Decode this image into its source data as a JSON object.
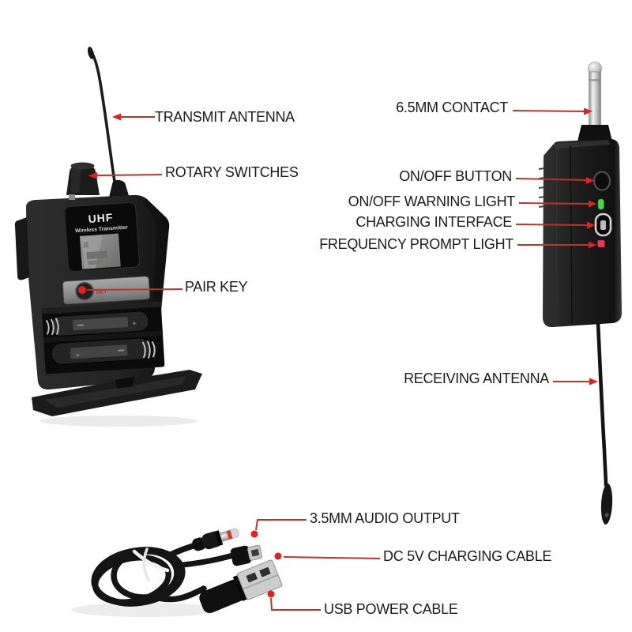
{
  "colors": {
    "background": "#ffffff",
    "label_text": "#1a1a1a",
    "callout_line": "#b5362b",
    "callout_marker": "#e81e1e",
    "power_led_green": "#45d945",
    "frequency_led_red": "#e83a57",
    "device_black": "#1f1f1f",
    "metal_silver": "#c9c9c9"
  },
  "transmitter": {
    "panel_title": "UHF",
    "panel_subtitle": "Wireless Transmitter",
    "pair_button_label": "SET",
    "callouts": [
      {
        "id": "transmit-antenna",
        "label": "TRANSMIT ANTENNA"
      },
      {
        "id": "rotary-switches",
        "label": "ROTARY SWITCHES"
      },
      {
        "id": "pair-key",
        "label": "PAIR KEY"
      }
    ]
  },
  "receiver": {
    "callouts": [
      {
        "id": "contact-6-5mm",
        "label": "6.5MM CONTACT"
      },
      {
        "id": "on-off-button",
        "label": "ON/OFF BUTTON"
      },
      {
        "id": "on-off-warning-light",
        "label": "ON/OFF WARNING LIGHT"
      },
      {
        "id": "charging-interface",
        "label": "CHARGING INTERFACE"
      },
      {
        "id": "frequency-prompt-light",
        "label": "FREQUENCY PROMPT LIGHT"
      },
      {
        "id": "receiving-antenna",
        "label": "RECEIVING ANTENNA"
      }
    ]
  },
  "cable": {
    "callouts": [
      {
        "id": "audio-output-3-5mm",
        "label": "3.5MM AUDIO OUTPUT"
      },
      {
        "id": "dc-5v-charging-cable",
        "label": "DC 5V CHARGING CABLE"
      },
      {
        "id": "usb-power-cable",
        "label": "USB POWER CABLE"
      }
    ]
  }
}
